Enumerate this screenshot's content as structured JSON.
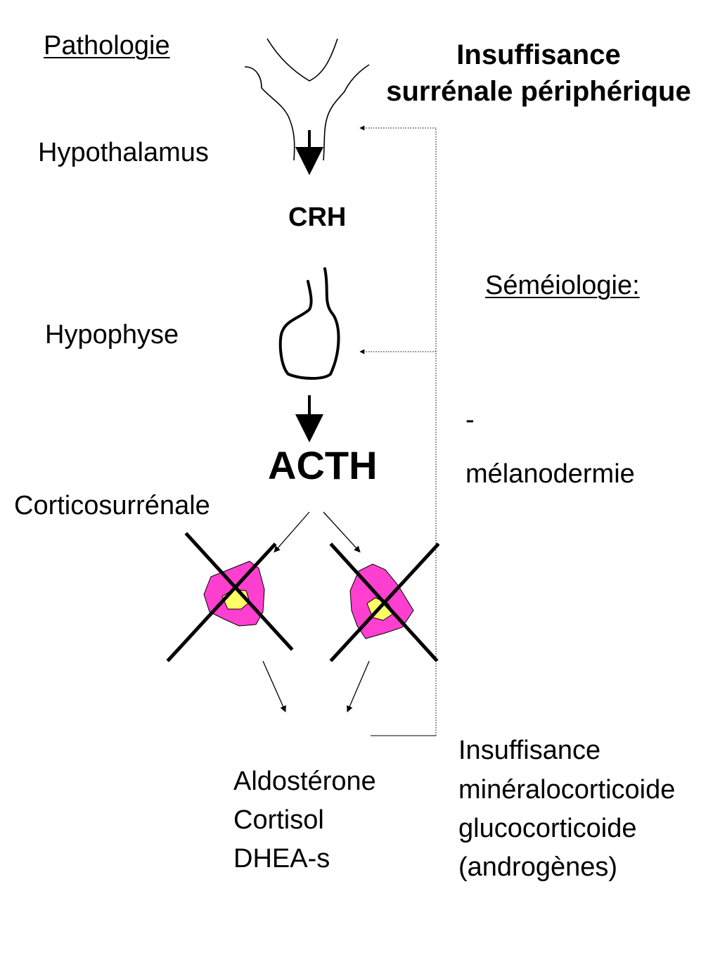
{
  "pathology_heading": "Pathologie",
  "title_line1": "Insuffisance",
  "title_line2": "surrénale périphérique",
  "labels": {
    "hypothalamus": "Hypothalamus",
    "crh": "CRH",
    "hypophyse": "Hypophyse",
    "acth": "ACTH",
    "corticosurrenale": "Corticosurrénale"
  },
  "hormones": [
    "Aldostérone",
    "Cortisol",
    "DHEA-s"
  ],
  "semeiology": {
    "heading": "Séméiologie:",
    "bullet": "-",
    "item": "mélanodermie"
  },
  "insufficiency": [
    "Insuffisance",
    "minéralocorticoide",
    "glucocorticoide",
    "(androgènes)"
  ],
  "colors": {
    "adrenal_cortex": "#ff3fcf",
    "adrenal_medulla": "#ffff66",
    "lines": "#000000"
  }
}
